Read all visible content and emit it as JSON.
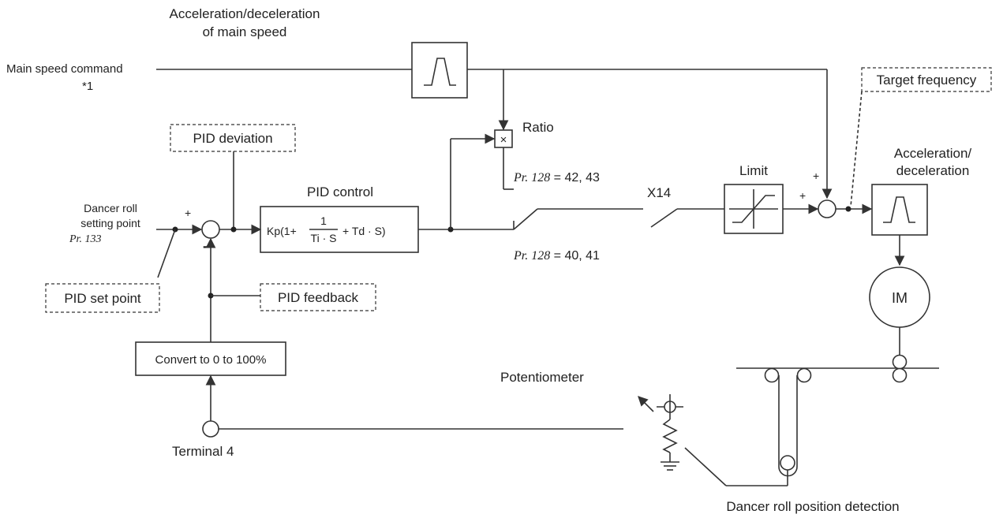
{
  "labels": {
    "accel_main_line1": "Acceleration/deceleration",
    "accel_main_line2": "of main speed",
    "main_speed_command": "Main speed command",
    "main_speed_note": "*1",
    "target_frequency": "Target frequency",
    "ratio": "Ratio",
    "pid_deviation": "PID deviation",
    "pid_control": "PID control",
    "pr128_a_pr": "Pr. 128",
    "pr128_a_val": " = 42, 43",
    "pr128_b_pr": "Pr. 128",
    "pr128_b_val": " = 40, 41",
    "x14": "X14",
    "limit": "Limit",
    "accel_line1": "Acceleration/",
    "accel_line2": "deceleration",
    "dancer_line1": "Dancer roll",
    "dancer_line2": "setting point",
    "dancer_pr": "Pr. 133",
    "pid_set_point": "PID set point",
    "pid_feedback": "PID feedback",
    "convert": "Convert to 0 to 100%",
    "terminal4": "Terminal 4",
    "potentiometer": "Potentiometer",
    "motor": "IM",
    "dancer_detection": "Dancer roll position detection",
    "plus": "+",
    "minus": "-",
    "times": "×"
  },
  "pid_formula": {
    "prefix": "Kp(1+",
    "numerator": "1",
    "denominator": "Ti · S",
    "suffix": "+ Td · S)"
  }
}
